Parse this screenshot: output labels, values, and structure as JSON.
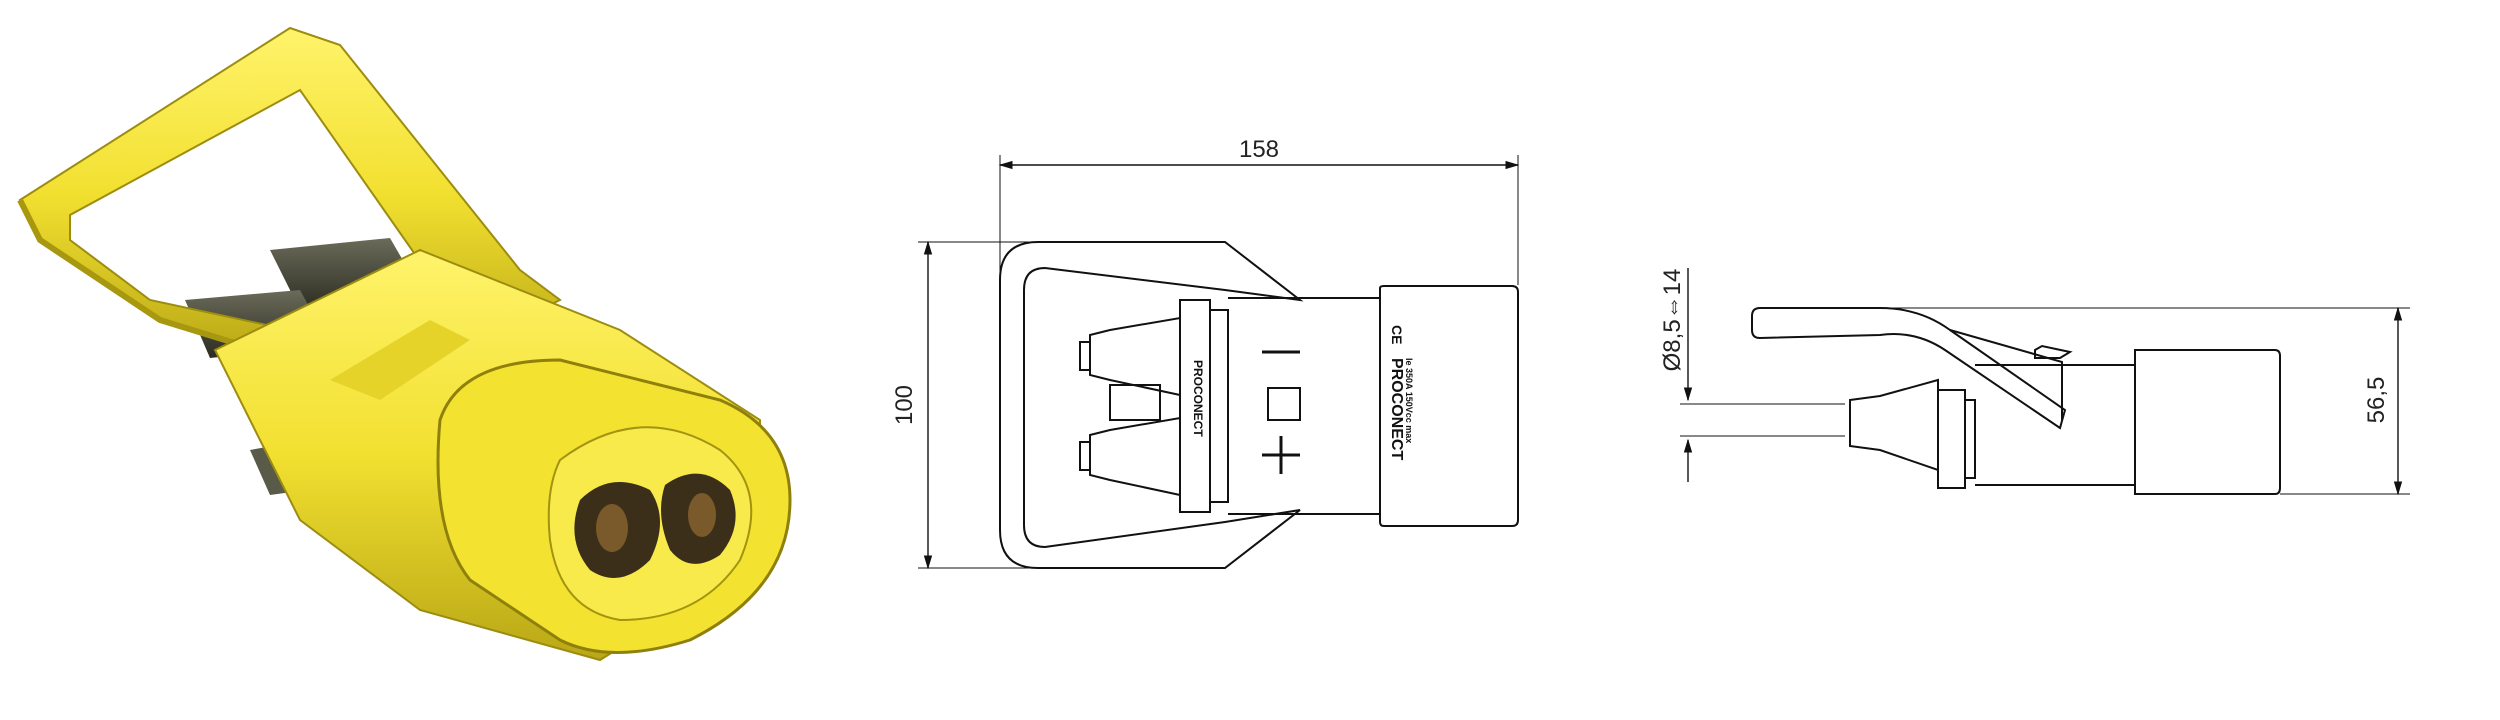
{
  "front_view": {
    "dim_width": "158",
    "dim_height": "100",
    "brand_small": "PROCONECT",
    "brand_large": "PROCONECT",
    "ce_mark": "CE",
    "spec_text": "Ie 350A 150Vcc max",
    "minus_symbol": "−",
    "plus_symbol": "+"
  },
  "side_view": {
    "dim_cable": "Ø8,5⇔14",
    "dim_height": "56,5"
  },
  "colors": {
    "housing_yellow": "#f4e43c",
    "housing_shadow": "#c7b51f",
    "cable_dark": "#3a3a2e",
    "line": "#111111"
  }
}
